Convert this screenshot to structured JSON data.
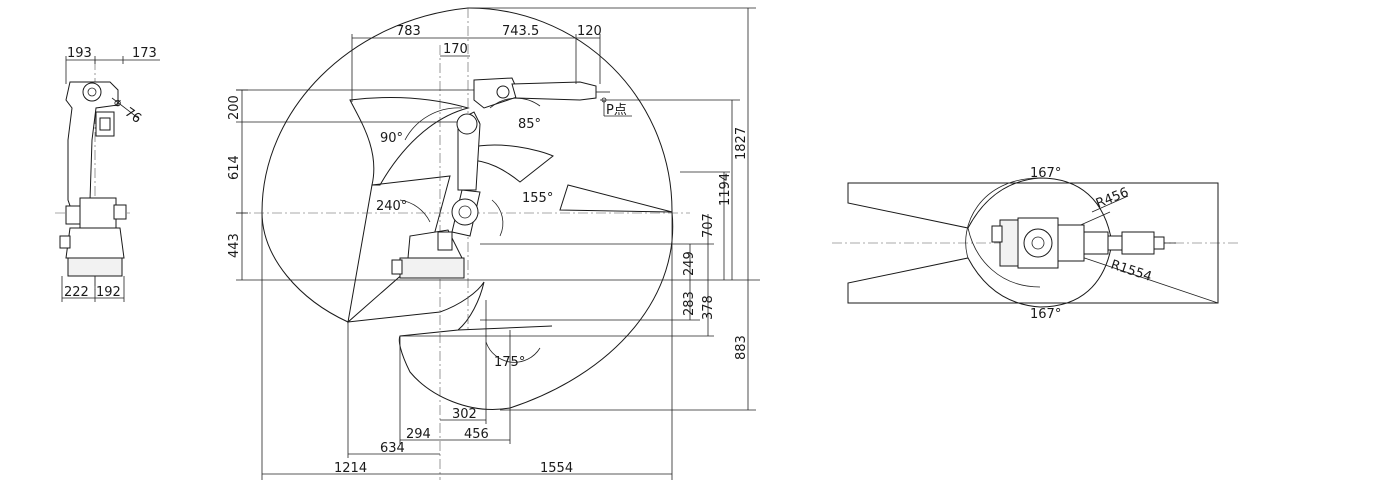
{
  "side_view": {
    "dims": {
      "top_left": "193",
      "top_right": "173",
      "flange": "76",
      "base_left": "222",
      "base_right": "192"
    }
  },
  "front_view": {
    "dims_top": {
      "d783": "783",
      "d743_5": "743.5",
      "d120": "120",
      "d170": "170"
    },
    "dims_left": {
      "d200": "200",
      "d614": "614",
      "d443": "443"
    },
    "dims_right": {
      "d1827": "1827",
      "d1194": "1194",
      "d707": "707",
      "d249": "249",
      "d283": "283",
      "d378": "378",
      "d883": "883"
    },
    "dims_bottom": {
      "d302": "302",
      "d294": "294",
      "d456": "456",
      "d634": "634",
      "d1214": "1214",
      "d1554": "1554"
    },
    "angles": {
      "a90": "90°",
      "a85": "85°",
      "a155": "155°",
      "a240": "240°",
      "a175": "175°"
    },
    "point_label": "P点"
  },
  "top_view": {
    "angle_top": "167°",
    "angle_bottom": "167°",
    "radius_inner": "R456",
    "radius_outer": "R1554"
  }
}
